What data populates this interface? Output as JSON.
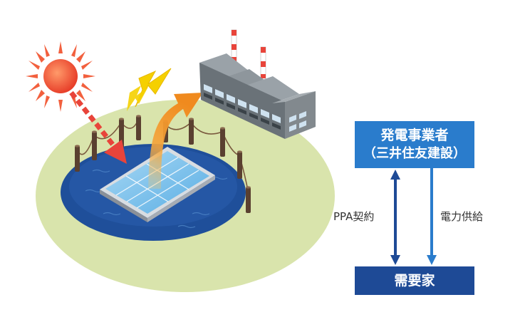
{
  "provider": {
    "name": "発電事業者",
    "company": "（三井住友建設）",
    "color": "#2a7ccc"
  },
  "consumer": {
    "name": "需要家",
    "color": "#1e4a96"
  },
  "arrows": {
    "ppa_label": "PPA契約",
    "supply_label": "電力供給"
  },
  "illustration": {
    "ground_color": "#d6e2a6",
    "pond_color": "#1f4f9a",
    "sun_color": "#f0553a",
    "lightning_color": "#f5d000",
    "energy_arrow_color": "#f39a2a"
  }
}
